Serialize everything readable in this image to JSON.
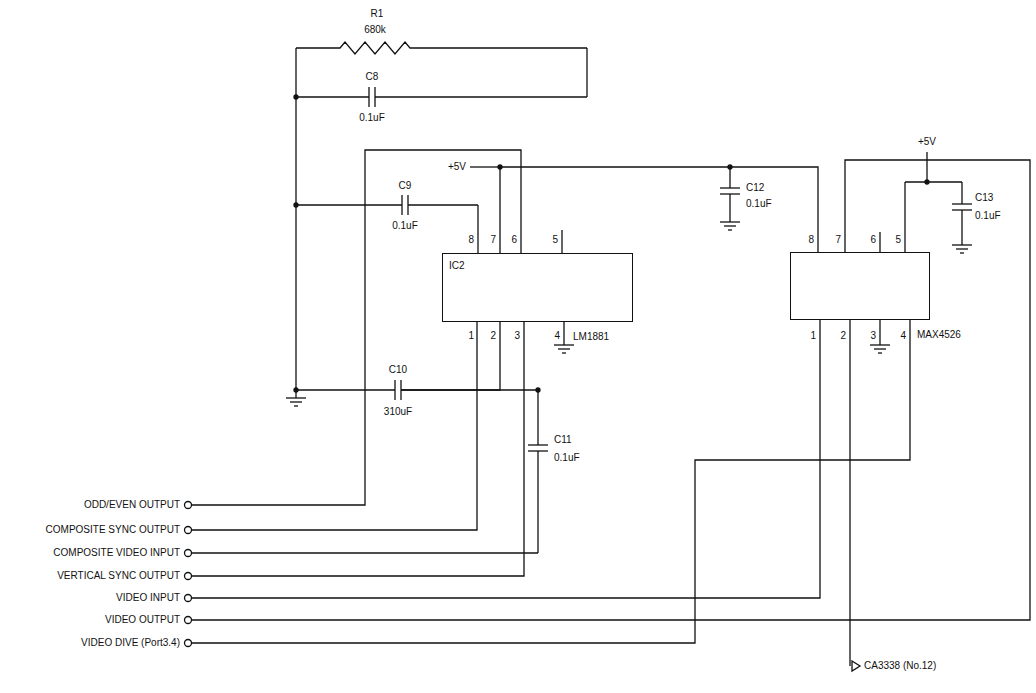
{
  "diagram": {
    "nodes": [
      {
        "text": [
          "IC2",
          "LM1881"
        ]
      },
      {
        "text": [
          "MAX4526"
        ]
      }
    ],
    "edges": [
      {
        "from": 0,
        "to": 1,
        "arrow": "none"
      }
    ],
    "labels": [
      "R1",
      "680k",
      "C8",
      "0.1uF",
      "C9",
      "0.1uF",
      "+5V",
      "8",
      "7",
      "6",
      "5",
      "1",
      "2",
      "3",
      "4",
      "C12",
      "0.1uF",
      "C10",
      "310uF",
      "C11",
      "0.1uF",
      "+5V",
      "8",
      "7",
      "6",
      "5",
      "1",
      "2",
      "3",
      "4",
      "C13",
      "0.1uF",
      "ODD/EVEN OUTPUT",
      "COMPOSITE SYNC OUTPUT",
      "COMPOSITE VIDEO INPUT",
      "VERTICAL SYNC OUTPUT",
      "VIDEO INPUT",
      "VIDEO OUTPUT",
      "VIDEO DIVE (Port3.4)",
      "CA3338 (No.12)"
    ]
  }
}
